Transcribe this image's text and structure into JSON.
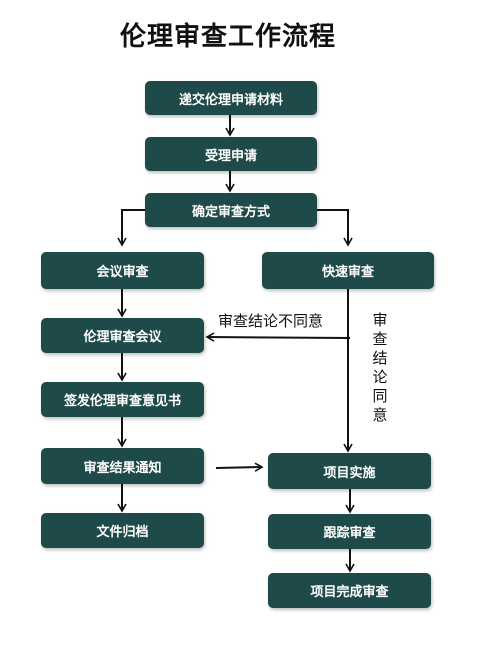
{
  "title": "伦理审查工作流程",
  "nodes": {
    "submit": "递交伦理申请材料",
    "accept": "受理申请",
    "determine": "确定审查方式",
    "meeting_review": "会议审查",
    "fast_review": "快速审查",
    "ethics_meeting": "伦理审查会议",
    "issue_opinion": "签发伦理审查意见书",
    "notify_result": "审查结果通知",
    "archive": "文件归档",
    "implement": "项目实施",
    "tracking": "跟踪审查",
    "completion": "项目完成审查"
  },
  "edge_labels": {
    "disagree": "审查结论不同意",
    "agree": "审查结论同意"
  },
  "colors": {
    "node_bg": "#1f4a4a",
    "node_text": "#ffffff",
    "line": "#111111"
  }
}
